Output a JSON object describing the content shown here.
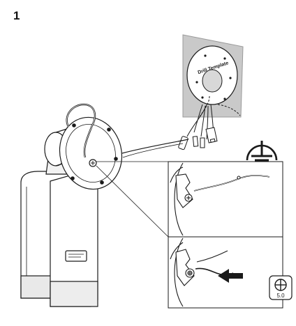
{
  "step": {
    "number": "1"
  },
  "template": {
    "label": "Drill Template"
  },
  "torque": {
    "value": "5.0"
  },
  "icons": {
    "ground": "ground-symbol-icon",
    "screwdriver": "phillips-screwdriver-icon",
    "arrow": "arrow-left-icon"
  },
  "colors": {
    "line": "#1a1a1a",
    "wall": "#c9c9c9",
    "camera_shade": "#e9e9e9",
    "background": "#ffffff"
  }
}
